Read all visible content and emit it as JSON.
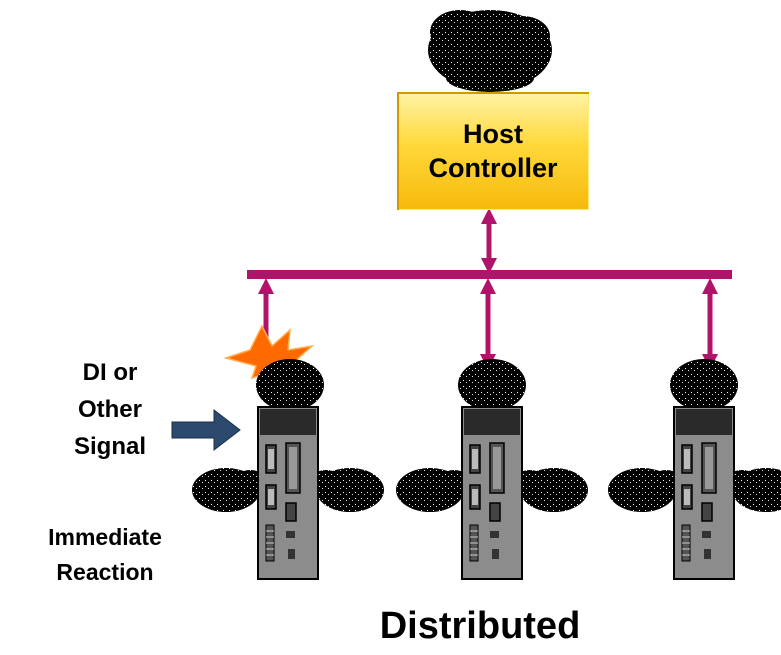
{
  "host_controller": {
    "line1": "Host",
    "line2": "Controller"
  },
  "input_signal_label": {
    "line1": "DI or",
    "line2": "Other",
    "line3": "Signal"
  },
  "reaction_label": {
    "line1": "Immediate",
    "line2": "Reaction"
  },
  "caption": "Distributed",
  "colors": {
    "bus": "#b0136a",
    "host_box_fill": "#ffd83a",
    "drive_body": "#8c8c8c",
    "drive_panel": "#2a2a2a",
    "signal_arrow": "#2c4a6e",
    "event_burst": "#ff6a00",
    "blob": "#000000"
  },
  "icons": [
    "brain-blob-icon",
    "servo-drive-icon",
    "event-burst-icon",
    "signal-arrow-icon"
  ]
}
